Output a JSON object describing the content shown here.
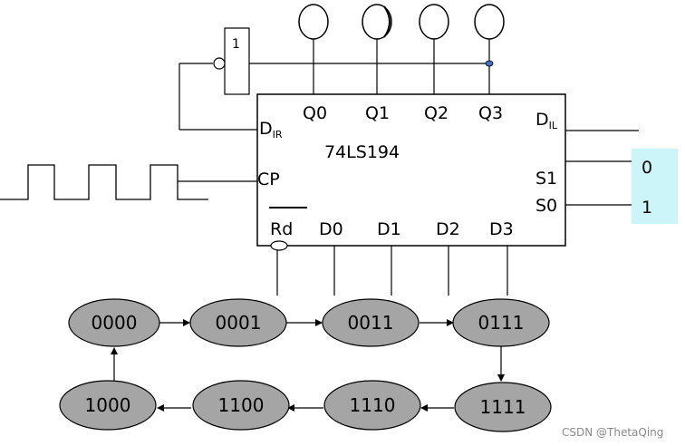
{
  "chip": {
    "name": "74LS194",
    "pins": {
      "q0": "Q0",
      "q1": "Q1",
      "q2": "Q2",
      "q3": "Q3",
      "dir_main": "D",
      "dir_sub": "IR",
      "dil_main": "D",
      "dil_sub": "IL",
      "cp": "CP",
      "s1": "S1",
      "s0": "S0",
      "rd": "Rd",
      "d0": "D0",
      "d1": "D1",
      "d2": "D2",
      "d3": "D3"
    }
  },
  "not_gate": {
    "label": "1"
  },
  "mode_inputs": {
    "s1_value": "0",
    "s0_value": "1",
    "highlight_color": "#ccf5f9"
  },
  "states": [
    "0000",
    "0001",
    "0011",
    "0111",
    "1111",
    "1110",
    "1100",
    "1000"
  ],
  "colors": {
    "state_fill": "#a5a5a5",
    "line": "#000000",
    "feedback_dot": "#4472c4"
  },
  "watermark": "CSDN @ThetaQing"
}
